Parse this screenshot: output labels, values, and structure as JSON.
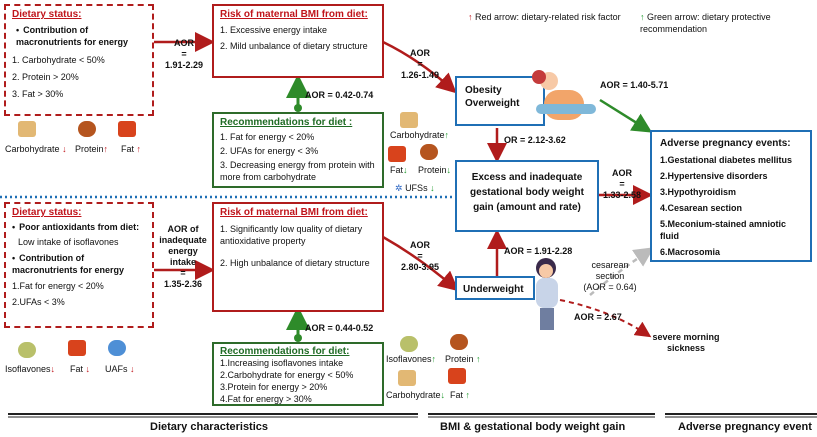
{
  "legend": {
    "red": "Red arrow: dietary-related risk factor",
    "green": "Green arrow: dietary protective recommendation"
  },
  "top": {
    "status_title": "Dietary status:",
    "status_head": "Contribution of macronutrients for energy",
    "status_items": [
      "1. Carbohydrate < 50%",
      "2. Protein > 20%",
      "3. Fat > 30%"
    ],
    "icons": [
      "Carbohydrate",
      "Protein",
      "Fat"
    ],
    "aor_status_to_risk": "AOR\n=\n1.91-2.29",
    "risk_title": "Risk of maternal BMI from diet:",
    "risk_items": [
      "1. Excessive energy intake",
      "2. Mild unbalance of dietary structure"
    ],
    "aor_risk_to_obesity": "AOR\n=\n1.26-1.49",
    "aor_rec": "AOR = 0.42-0.74",
    "rec_title": "Recommendations for diet :",
    "rec_items": [
      "1. Fat for energy < 20%",
      "2. UFAs for energy < 3%",
      "3. Decreasing energy from protein with more from carbohydrate"
    ],
    "rec_icons": [
      "Carbohydrate",
      "Fat",
      "Protein",
      "UFSs"
    ]
  },
  "bottom": {
    "status_title": "Dietary status:",
    "status_head1": "Poor antioxidants from diet:",
    "status_line1": "Low intake of isoflavones",
    "status_head2": "Contribution of macronutrients for energy",
    "status_items": [
      "1.Fat for energy < 20%",
      "2.UFAs < 3%"
    ],
    "icons": [
      "Isoflavones",
      "Fat",
      "UAFs"
    ],
    "aor_status_to_risk": "AOR of\ninadequate\nenergy\nintake\n=\n1.35-2.36",
    "risk_title": "Risk of maternal BMI from diet:",
    "risk_items": [
      "1. Significantly low quality of dietary antioxidative property",
      "2. High unbalance of dietary structure"
    ],
    "aor_risk_to_under": "AOR\n=\n2.80-3.95",
    "aor_rec": "AOR = 0.44-0.52",
    "rec_title": "Recommendations for diet:",
    "rec_items": [
      "1.Increasing isoflavones intake",
      "2.Carbohydrate for energy < 50%",
      "3.Protein for energy > 20%",
      "4.Fat for energy > 30%"
    ],
    "rec_icons": [
      "Isoflavones",
      "Protein",
      "Carbohydrate",
      "Fat"
    ]
  },
  "middle": {
    "obesity": "Obesity\nOverweight",
    "gain": "Excess and inadequate gestational body weight gain (amount and rate)",
    "underweight": "Underweight",
    "or_obesity_gain": "OR = 2.12-3.62",
    "aor_under_gain": "AOR = 1.91-2.28",
    "aor_obesity_events": "AOR = 1.40-5.71",
    "aor_gain_events": "AOR\n=\n1.33-2.58",
    "cesarean": "cesarean\nsection\n(AOR = 0.64)",
    "aor_sickness": "AOR = 2.67",
    "sickness": "severe morning\nsickness"
  },
  "events": {
    "title": "Adverse pregnancy events:",
    "items": [
      "1.Gestational diabetes mellitus",
      "2.Hypertensive disorders",
      "3.Hypothyroidism",
      "4.Cesarean section",
      "5.Meconium-stained amniotic fluid",
      "6.Macrosomia"
    ]
  },
  "footer": {
    "diet": "Dietary characteristics",
    "bmi": "BMI & gestational body weight gain",
    "adverse": "Adverse pregnancy event"
  },
  "colors": {
    "red": "#b01c1c",
    "green": "#2e8b2a",
    "blue": "#1f6fb5",
    "grey": "#bbbbbb"
  }
}
